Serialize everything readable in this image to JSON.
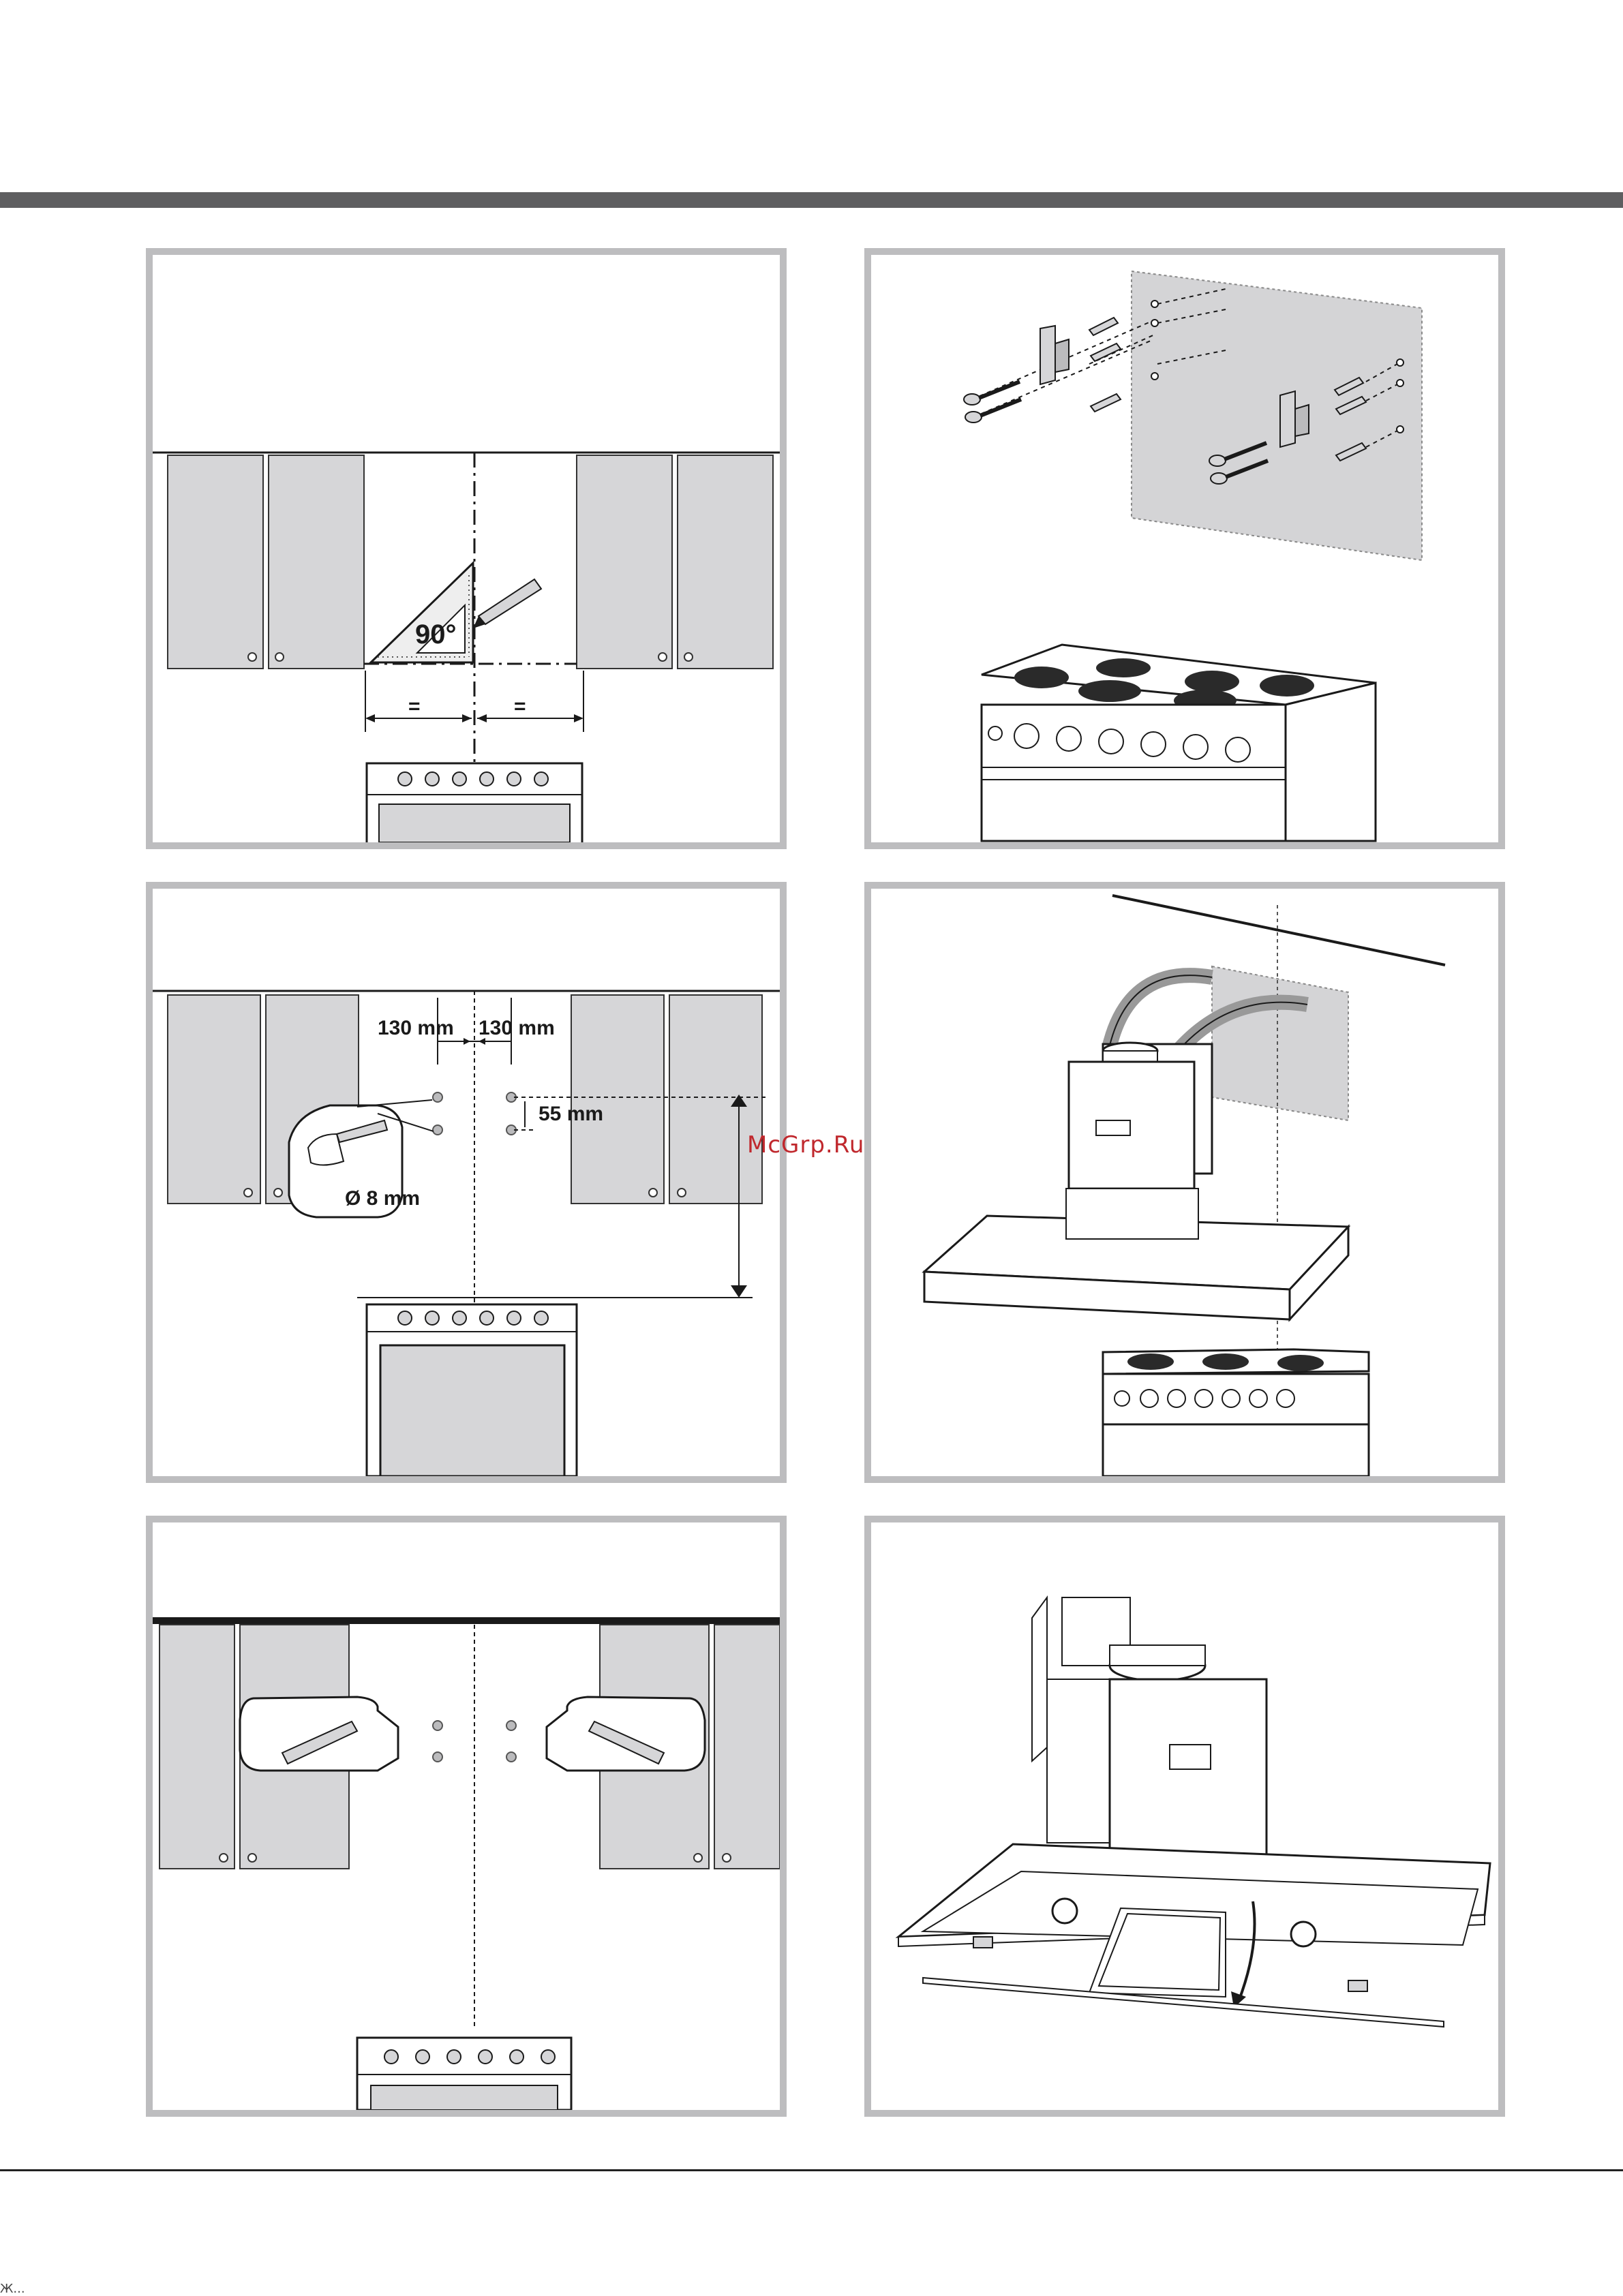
{
  "colors": {
    "frame": "#bdbdbf",
    "bar": "#5e5e60",
    "cabinet": "#d6d6d8",
    "wall_plate": "#d4d4d6",
    "line": "#1a1a1a",
    "watermark": "#c0282d"
  },
  "panel1": {
    "angle_label": "90°",
    "equal_left": "=",
    "equal_right": "="
  },
  "panel2": {},
  "panel3": {
    "dim_left": "130 mm",
    "dim_right": "130 mm",
    "dim_vertical": "55 mm",
    "drill_label": "Ø 8 mm"
  },
  "panel4": {},
  "panel5": {},
  "panel6": {},
  "watermark": "McGrp.Ru",
  "footer_text": "Ж..."
}
